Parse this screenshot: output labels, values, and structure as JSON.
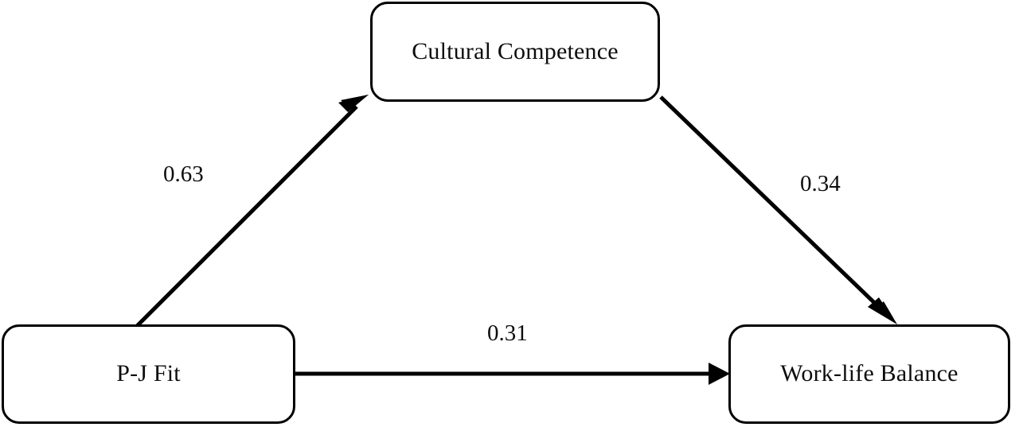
{
  "diagram": {
    "type": "mediation-path-model",
    "nodes": [
      {
        "id": "cultural-competence",
        "label": "Cultural Competence",
        "role": "mediator"
      },
      {
        "id": "pj-fit",
        "label": "P-J Fit",
        "role": "predictor"
      },
      {
        "id": "work-life-balance",
        "label": "Work-life Balance",
        "role": "outcome"
      }
    ],
    "edges": [
      {
        "id": "a-path",
        "from": "pj-fit",
        "to": "cultural-competence",
        "coefficient": "0.63",
        "direction": "diagonal-up-right"
      },
      {
        "id": "b-path",
        "from": "cultural-competence",
        "to": "work-life-balance",
        "coefficient": "0.34",
        "direction": "diagonal-down-right"
      },
      {
        "id": "c-path",
        "from": "pj-fit",
        "to": "work-life-balance",
        "coefficient": "0.31",
        "direction": "horizontal-right"
      }
    ],
    "style": {
      "stroke_color": "#000000",
      "fill_color": "#ffffff",
      "text_color": "#0d0d0d"
    }
  }
}
